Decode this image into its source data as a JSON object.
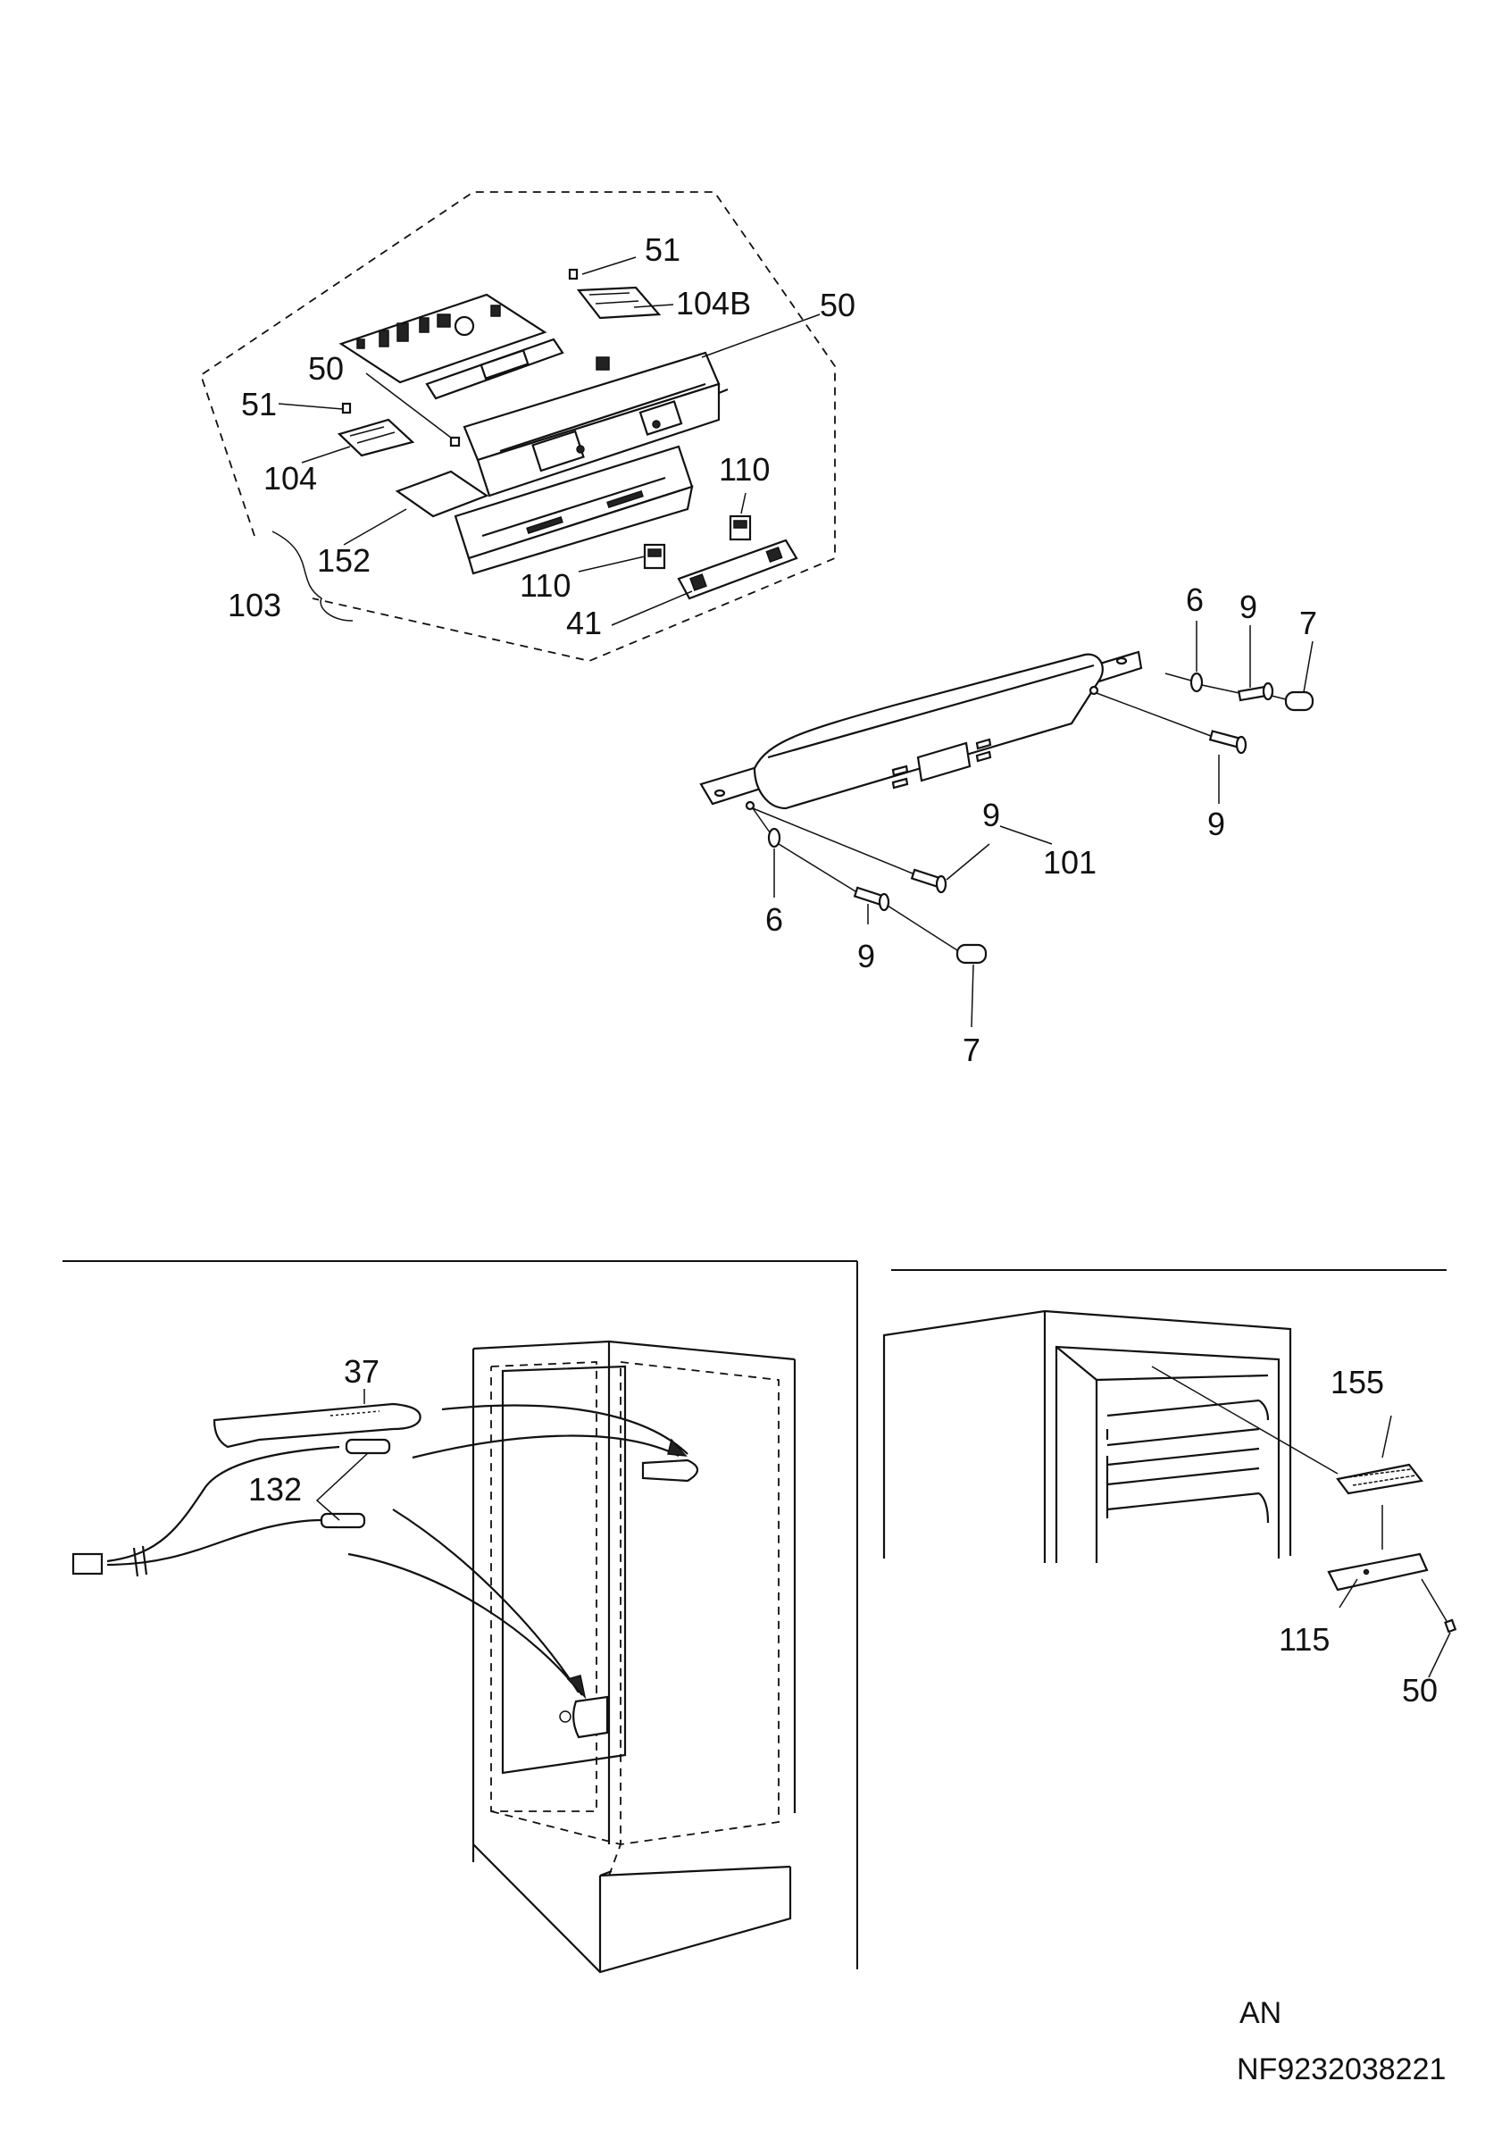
{
  "callouts": {
    "c51a": "51",
    "c104b": "104B",
    "c50a": "50",
    "c50b": "50",
    "c51b": "51",
    "c104": "104",
    "c110a": "110",
    "c152": "152",
    "c103": "103",
    "c110b": "110",
    "c41": "41",
    "c6a": "6",
    "c9a": "9",
    "c7a": "7",
    "c9b": "9",
    "c9c": "9",
    "c101": "101",
    "c6b": "6",
    "c9d": "9",
    "c7b": "7",
    "c37": "37",
    "c132": "132",
    "c155": "155",
    "c115": "115",
    "c50c": "50"
  },
  "footer": {
    "code": "AN",
    "drawing_number": "NF9232038221"
  }
}
